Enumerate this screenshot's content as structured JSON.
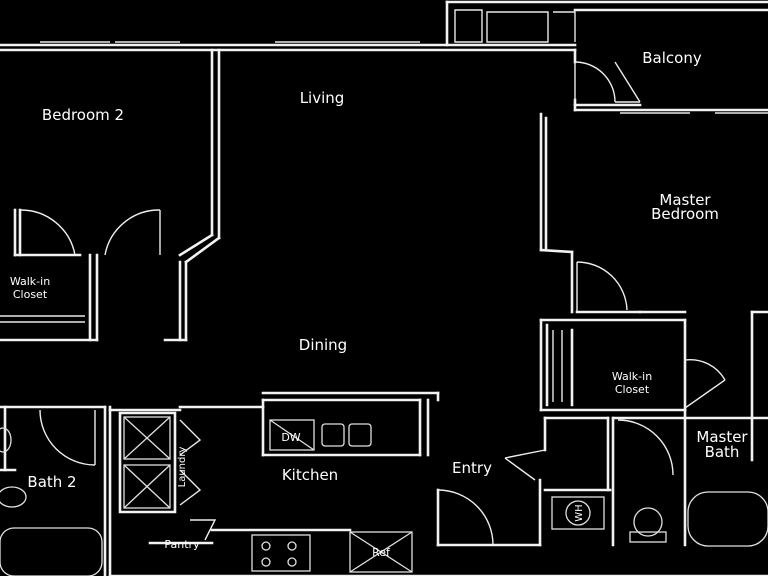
{
  "rooms": {
    "balcony": "Balcony",
    "bedroom2": "Bedroom 2",
    "living": "Living",
    "master_bedroom_line1": "Master",
    "master_bedroom_line2": "Bedroom",
    "walkin_left_line1": "Walk-in",
    "walkin_left_line2": "Closet",
    "dining": "Dining",
    "walkin_right_line1": "Walk-in",
    "walkin_right_line2": "Closet",
    "master_bath_line1": "Master",
    "master_bath_line2": "Bath",
    "bath2": "Bath 2",
    "kitchen": "Kitchen",
    "entry": "Entry",
    "laundry": "Laundry",
    "pantry": "Pantry"
  },
  "appliances": {
    "dishwasher": "DW",
    "refrigerator": "Ref",
    "water_heater": "WH"
  }
}
